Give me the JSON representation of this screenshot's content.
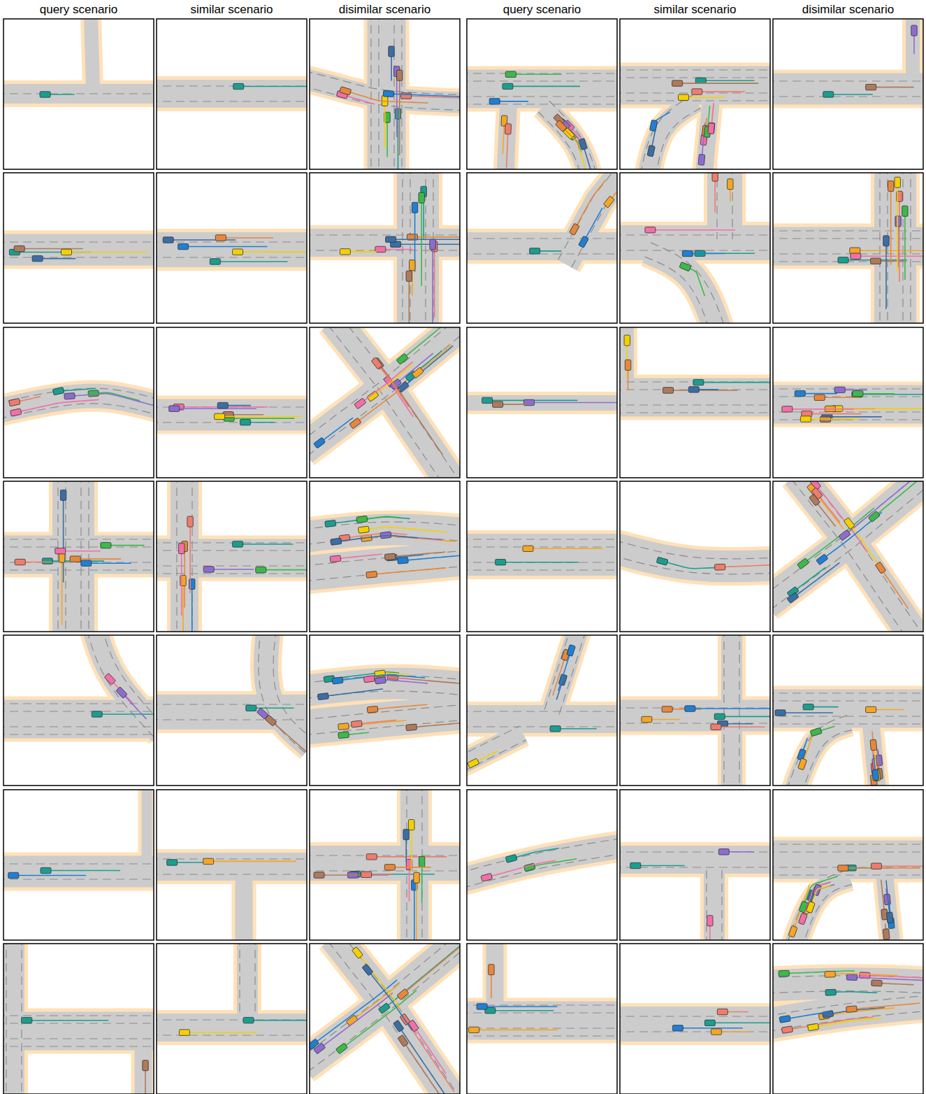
{
  "diagram": {
    "labels": [
      "query scenario",
      "similar scenario",
      "disimilar scenario",
      "query scenario",
      "similar scenario",
      "disimilar scenario"
    ]
  }
}
